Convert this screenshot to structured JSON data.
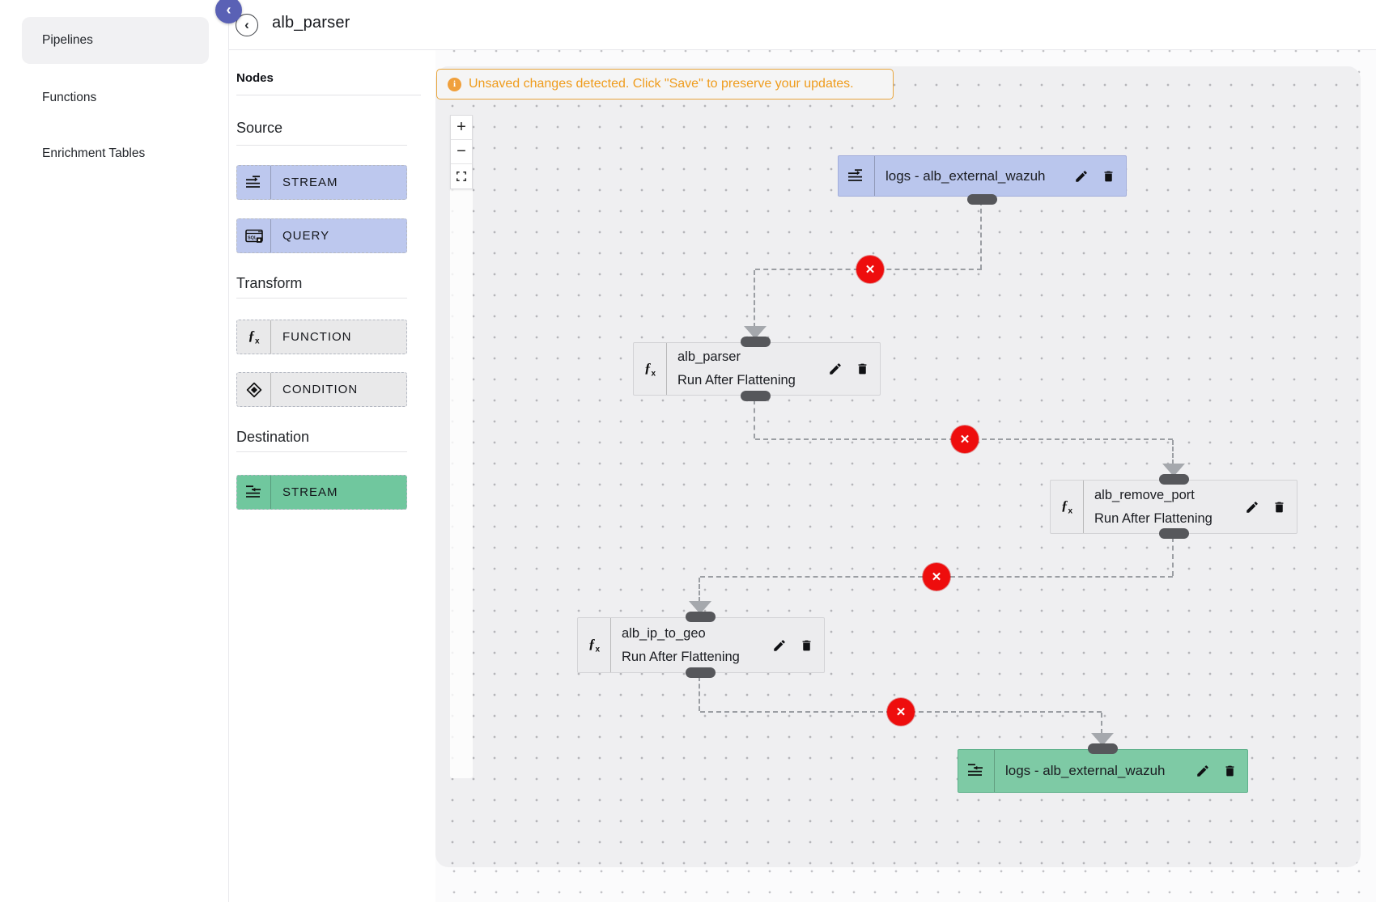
{
  "sidebar": {
    "collapse_icon": "‹",
    "items": [
      {
        "label": "Pipelines",
        "active": true
      },
      {
        "label": "Functions",
        "active": false
      },
      {
        "label": "Enrichment Tables",
        "active": false
      }
    ]
  },
  "header": {
    "back_icon": "‹",
    "title": "alb_parser"
  },
  "nodes_panel": {
    "title": "Nodes",
    "sections": [
      {
        "label": "Source",
        "items": [
          {
            "label": "STREAM",
            "icon": "stream-in-icon"
          },
          {
            "label": "QUERY",
            "icon": "sql-query-icon"
          }
        ]
      },
      {
        "label": "Transform",
        "items": [
          {
            "label": "FUNCTION",
            "icon": "fx-icon"
          },
          {
            "label": "CONDITION",
            "icon": "condition-diamond-icon"
          }
        ]
      },
      {
        "label": "Destination",
        "items": [
          {
            "label": "STREAM",
            "icon": "stream-out-icon"
          }
        ]
      }
    ]
  },
  "canvas": {
    "banner": {
      "icon": "i",
      "text": "Unsaved changes detected. Click \"Save\" to preserve your updates."
    },
    "controls": {
      "zoom_in": "+",
      "zoom_out": "−",
      "fit_view": "fullscreen"
    },
    "nodes": [
      {
        "type": "stream-source",
        "label": "logs - alb_external_wazuh"
      },
      {
        "type": "function",
        "label": "alb_parser",
        "sub": "Run After Flattening"
      },
      {
        "type": "function",
        "label": "alb_remove_port",
        "sub": "Run After Flattening"
      },
      {
        "type": "function",
        "label": "alb_ip_to_geo",
        "sub": "Run After Flattening"
      },
      {
        "type": "stream-destination",
        "label": "logs - alb_external_wazuh"
      }
    ],
    "edge_delete_icon": "✕",
    "fx_glyph": {
      "f": "ƒ",
      "x": "x"
    }
  },
  "colors": {
    "accent_purple": "#5a61b5",
    "source_blue": "#bac6ed",
    "destination_green": "#7ecaa5",
    "transform_gray": "#ececee",
    "edge_delete_red": "#ee0d0d",
    "warning_orange": "#ef9c1d",
    "handle_dark": "#56575b"
  }
}
